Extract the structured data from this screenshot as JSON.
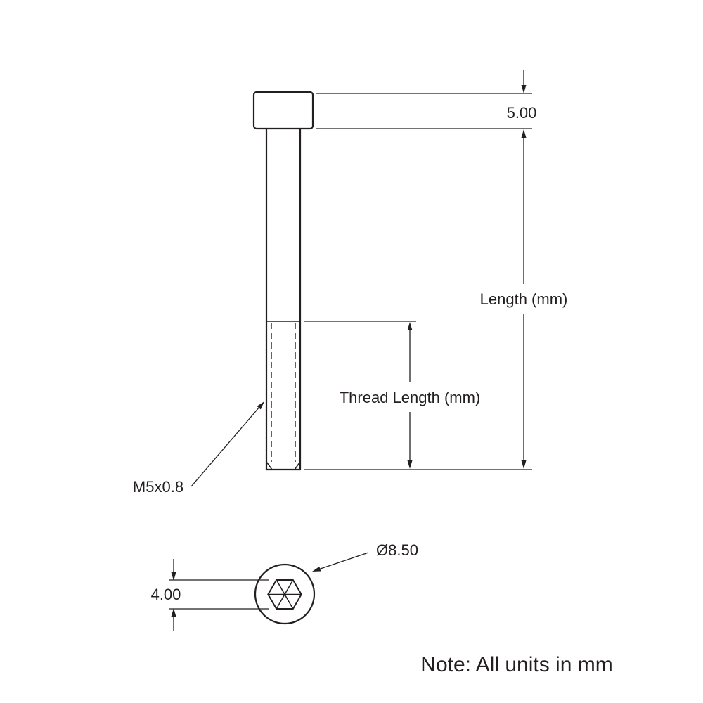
{
  "page": {
    "background": "#ffffff",
    "line_color": "#231f20"
  },
  "side_view": {
    "dimensions": {
      "head_height": "5.00",
      "overall_length": "Length (mm)",
      "thread_length": "Thread Length (mm)"
    },
    "callouts": {
      "thread_spec": "M5x0.8"
    }
  },
  "end_view": {
    "dimensions": {
      "head_diameter": "Ø8.50",
      "hex_socket_size": "4.00"
    }
  },
  "note": {
    "text": "Note: All units in mm"
  }
}
